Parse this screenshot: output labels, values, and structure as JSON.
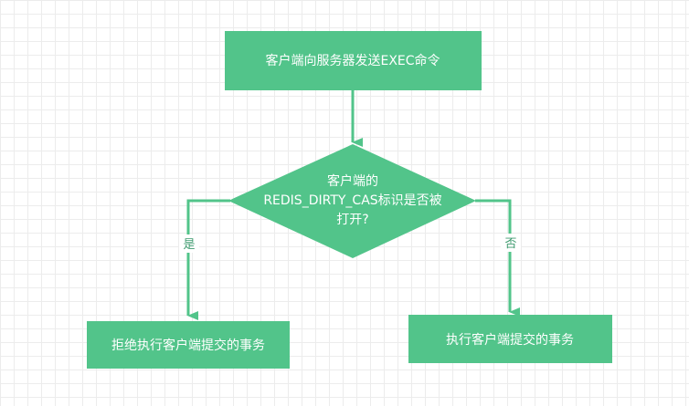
{
  "colors": {
    "node_fill": "#52c48a",
    "edge_stroke": "#52c48a",
    "label_text": "#3f9b6f",
    "grid": "#ececec"
  },
  "nodes": {
    "start": {
      "label": "客户端向服务器发送EXEC命令"
    },
    "decision": {
      "line1": "客户端的",
      "line2": "REDIS_DIRTY_CAS标识是否被",
      "line3": "打开?"
    },
    "reject": {
      "label": "拒绝执行客户端提交的事务"
    },
    "execute": {
      "label": "执行客户端提交的事务"
    }
  },
  "edges": {
    "yes_label": "是",
    "no_label": "否"
  }
}
